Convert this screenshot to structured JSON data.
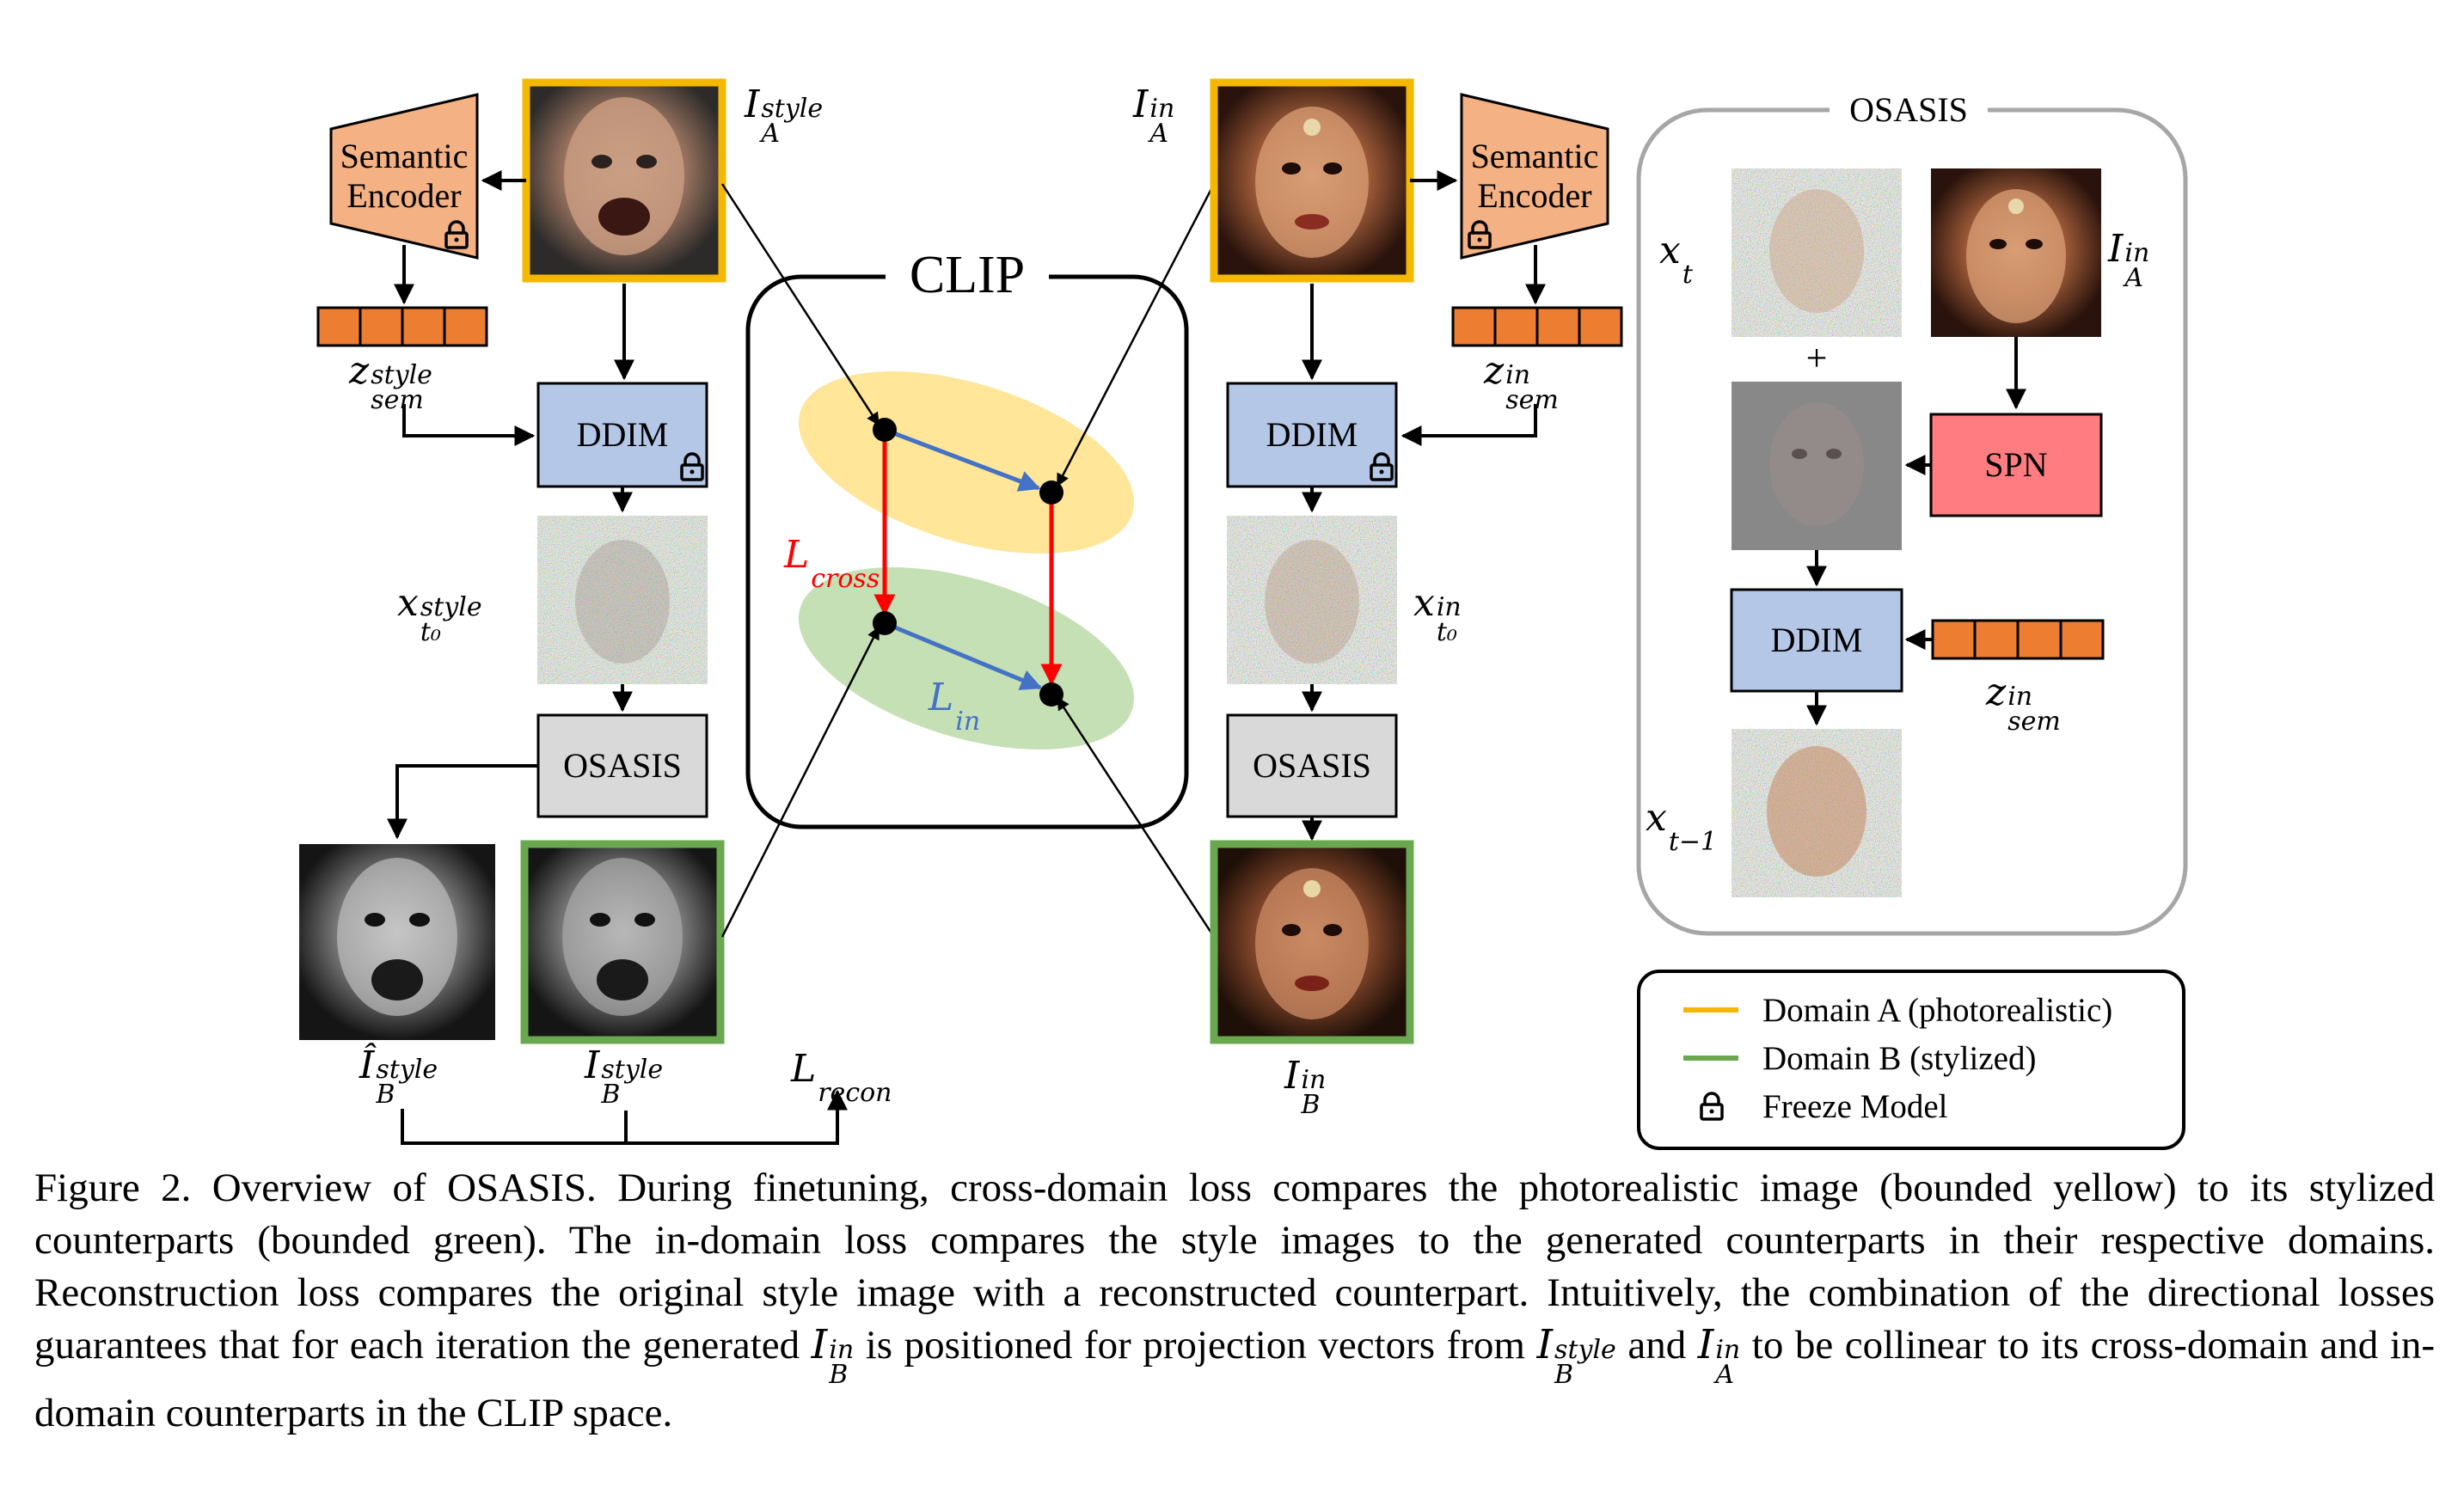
{
  "diagram": {
    "semantic_encoder_left": "Semantic Encoder",
    "semantic_encoder_right": "Semantic Encoder",
    "ddim_left": "DDIM",
    "ddim_right": "DDIM",
    "ddim_panel": "DDIM",
    "osasis_left": "OSASIS",
    "osasis_right": "OSASIS",
    "clip_title": "CLIP",
    "spn": "SPN",
    "osasis_panel_title": "OSASIS",
    "plus": "+",
    "labels": {
      "I_A_style": {
        "base": "I",
        "sup": "style",
        "sub": "A"
      },
      "I_A_in": {
        "base": "I",
        "sup": "in",
        "sub": "A"
      },
      "z_sem_style": {
        "base": "z",
        "sup": "style",
        "sub": "sem"
      },
      "z_sem_in": {
        "base": "z",
        "sup": "in",
        "sub": "sem"
      },
      "x_t0_style": {
        "base": "x",
        "sup": "style",
        "sub": "t₀"
      },
      "x_t0_in": {
        "base": "x",
        "sup": "in",
        "sub": "t₀"
      },
      "I_hat_B_style": {
        "base": "Î",
        "sup": "style",
        "sub": "B"
      },
      "I_B_style": {
        "base": "I",
        "sup": "style",
        "sub": "B"
      },
      "I_B_in": {
        "base": "I",
        "sup": "in",
        "sub": "B"
      },
      "L_recon": {
        "base": "L",
        "sub": "recon"
      },
      "L_cross": {
        "base": "L",
        "sub": "cross"
      },
      "L_in": {
        "base": "L",
        "sub": "in"
      },
      "panel_x_t": {
        "base": "x",
        "sub": "t"
      },
      "panel_I_A_in": {
        "base": "I",
        "sup": "in",
        "sub": "A"
      },
      "panel_z_sem_in": {
        "base": "z",
        "sup": "in",
        "sub": "sem"
      },
      "panel_x_t_1": {
        "base": "x",
        "sub": "t−1"
      }
    }
  },
  "legend": {
    "items": [
      {
        "label": "Domain A (photorealistic)",
        "color": "#F5B800"
      },
      {
        "label": "Domain B (stylized)",
        "color": "#6AA84F"
      },
      {
        "label": "Freeze Model",
        "icon": "lock-icon"
      }
    ]
  },
  "caption": {
    "p1": "Figure 2. Overview of OSASIS. During finetuning, cross-domain loss compares the photorealistic image (bounded yellow) to its stylized counterparts (bounded green). The in-domain loss compares the style images to the generated counterparts in their respective domains. Reconstruction loss compares the original style image with a reconstructed counterpart. Intuitively, the combination of the directional losses guarantees that for each iteration the generated",
    "m1": {
      "base": "I",
      "sup": "in",
      "sub": "B"
    },
    "p2": "is positioned for projection vectors from",
    "m2": {
      "base": "I",
      "sup": "style",
      "sub": "B"
    },
    "p3": "and",
    "m3": {
      "base": "I",
      "sup": "in",
      "sub": "A"
    },
    "p4": "to be collinear to its cross-domain and in-domain counterparts in the CLIP space."
  },
  "colors": {
    "domain_a": "#F5B800",
    "domain_b": "#6AA84F",
    "encoder": "#F4B183",
    "ddim": "#B4C7E7",
    "osasis_box": "#D9D9D9",
    "spn": "#FF7C80",
    "latent": "#ED7D31",
    "clip_yellow": "#FFE699",
    "clip_green": "#C5E0B4",
    "loss_red": "#FF0000",
    "loss_blue": "#4472C4"
  }
}
